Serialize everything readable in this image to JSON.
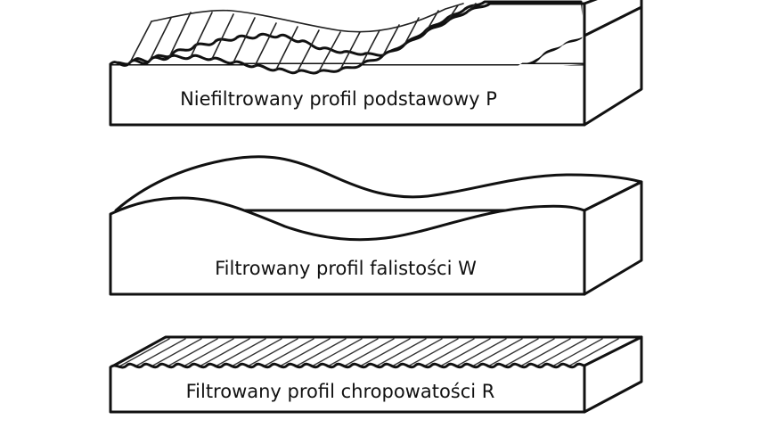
{
  "figure": {
    "panels": [
      {
        "id": "primary",
        "label": "Niefiltrowany profil podstawowy P"
      },
      {
        "id": "waviness",
        "label": "Filtrowany profil falistości W"
      },
      {
        "id": "roughness",
        "label": "Filtrowany profil chropowatości R"
      }
    ]
  }
}
